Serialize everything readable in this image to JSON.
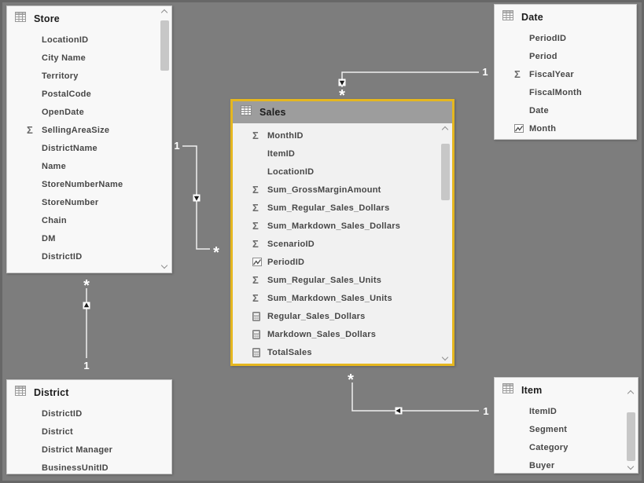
{
  "view": {
    "name": "Data model diagram view"
  },
  "colors": {
    "background": "#7d7d7d",
    "table_body": "#f8f8f8",
    "selected_border": "#e5b71f",
    "selected_header": "#9d9d9d",
    "connector": "#efefef",
    "field_text": "#474747"
  },
  "tables": [
    {
      "id": "store",
      "name": "Store",
      "selected": false,
      "has_scrollbar": true,
      "fields": [
        {
          "label": "LocationID",
          "icon": "none"
        },
        {
          "label": "City Name",
          "icon": "none"
        },
        {
          "label": "Territory",
          "icon": "none"
        },
        {
          "label": "PostalCode",
          "icon": "none"
        },
        {
          "label": "OpenDate",
          "icon": "none"
        },
        {
          "label": "SellingAreaSize",
          "icon": "sigma"
        },
        {
          "label": "DistrictName",
          "icon": "none"
        },
        {
          "label": "Name",
          "icon": "none"
        },
        {
          "label": "StoreNumberName",
          "icon": "none"
        },
        {
          "label": "StoreNumber",
          "icon": "none"
        },
        {
          "label": "Chain",
          "icon": "none"
        },
        {
          "label": "DM",
          "icon": "none"
        },
        {
          "label": "DistrictID",
          "icon": "none"
        }
      ]
    },
    {
      "id": "sales",
      "name": "Sales",
      "selected": true,
      "has_scrollbar": true,
      "fields": [
        {
          "label": "MonthID",
          "icon": "sigma"
        },
        {
          "label": "ItemID",
          "icon": "none"
        },
        {
          "label": "LocationID",
          "icon": "none"
        },
        {
          "label": "Sum_GrossMarginAmount",
          "icon": "sigma"
        },
        {
          "label": "Sum_Regular_Sales_Dollars",
          "icon": "sigma"
        },
        {
          "label": "Sum_Markdown_Sales_Dollars",
          "icon": "sigma"
        },
        {
          "label": "ScenarioID",
          "icon": "sigma"
        },
        {
          "label": "PeriodID",
          "icon": "fx"
        },
        {
          "label": "Sum_Regular_Sales_Units",
          "icon": "sigma"
        },
        {
          "label": "Sum_Markdown_Sales_Units",
          "icon": "sigma"
        },
        {
          "label": "Regular_Sales_Dollars",
          "icon": "calc"
        },
        {
          "label": "Markdown_Sales_Dollars",
          "icon": "calc"
        },
        {
          "label": "TotalSales",
          "icon": "calc"
        }
      ]
    },
    {
      "id": "date",
      "name": "Date",
      "selected": false,
      "has_scrollbar": false,
      "fields": [
        {
          "label": "PeriodID",
          "icon": "none"
        },
        {
          "label": "Period",
          "icon": "none"
        },
        {
          "label": "FiscalYear",
          "icon": "sigma"
        },
        {
          "label": "FiscalMonth",
          "icon": "none"
        },
        {
          "label": "Date",
          "icon": "none"
        },
        {
          "label": "Month",
          "icon": "fx"
        }
      ]
    },
    {
      "id": "district",
      "name": "District",
      "selected": false,
      "has_scrollbar": false,
      "fields": [
        {
          "label": "DistrictID",
          "icon": "none"
        },
        {
          "label": "District",
          "icon": "none"
        },
        {
          "label": "District Manager",
          "icon": "none"
        },
        {
          "label": "BusinessUnitID",
          "icon": "none"
        }
      ]
    },
    {
      "id": "item",
      "name": "Item",
      "selected": false,
      "has_scrollbar": true,
      "fields": [
        {
          "label": "ItemID",
          "icon": "none"
        },
        {
          "label": "Segment",
          "icon": "none"
        },
        {
          "label": "Category",
          "icon": "none"
        },
        {
          "label": "Buyer",
          "icon": "none"
        }
      ]
    }
  ],
  "relationships": [
    {
      "from_table": "Store",
      "from_cardinality": "1",
      "to_table": "Sales",
      "to_cardinality": "*"
    },
    {
      "from_table": "Date",
      "from_cardinality": "1",
      "to_table": "Sales",
      "to_cardinality": "*"
    },
    {
      "from_table": "District",
      "from_cardinality": "1",
      "to_table": "Store",
      "to_cardinality": "*"
    },
    {
      "from_table": "Item",
      "from_cardinality": "1",
      "to_table": "Sales",
      "to_cardinality": "*"
    }
  ]
}
